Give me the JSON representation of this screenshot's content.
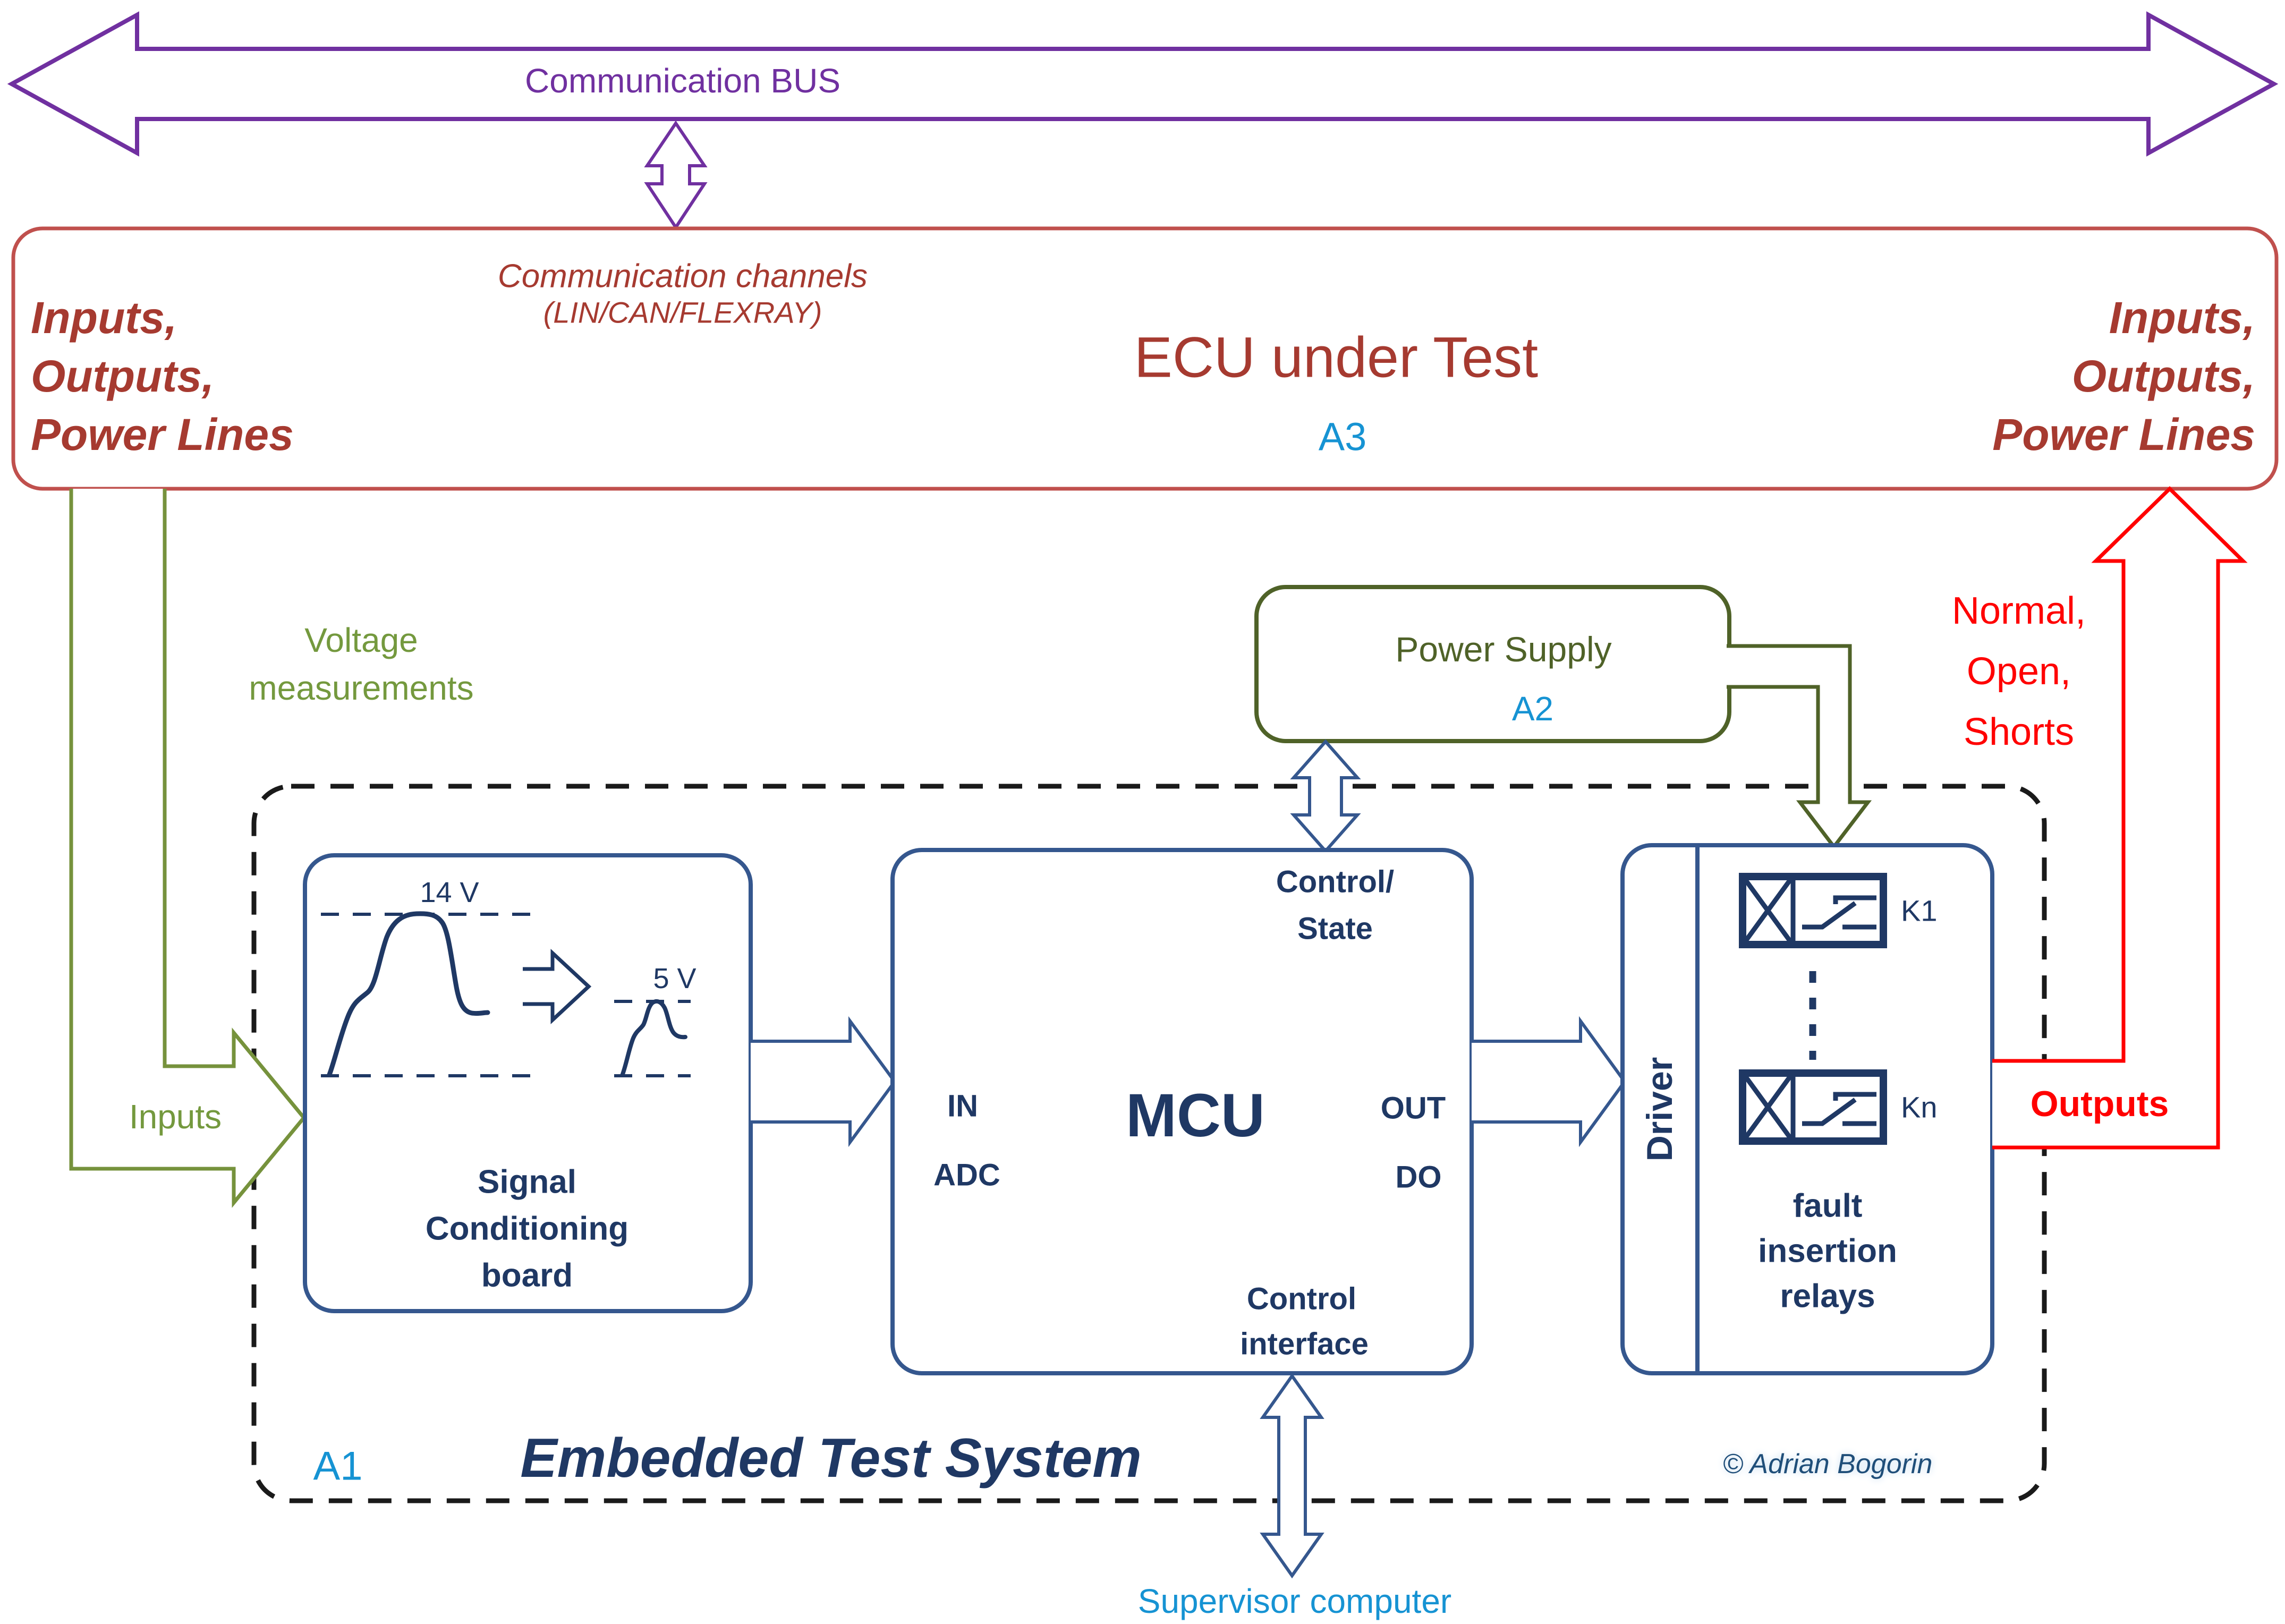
{
  "bus": {
    "label": "Communication BUS"
  },
  "ecu": {
    "title": "ECU under Test",
    "tag": "A3",
    "channels": {
      "line1": "Communication channels",
      "line2": "(LIN/CAN/FLEXRAY)"
    },
    "io_left": {
      "line1": "Inputs,",
      "line2": "Outputs,",
      "line3": "Power Lines"
    },
    "io_right": {
      "line1": "Inputs,",
      "line2": "Outputs,",
      "line3": "Power Lines"
    }
  },
  "power_supply": {
    "title": "Power Supply",
    "tag": "A2"
  },
  "voltage": {
    "line1": "Voltage",
    "line2": "measurements"
  },
  "inputs_arrow": {
    "label": "Inputs"
  },
  "fault_modes": {
    "line1": "Normal,",
    "line2": "Open,",
    "line3": "Shorts"
  },
  "outputs_arrow": {
    "label": "Outputs"
  },
  "ets": {
    "tag": "A1",
    "title": "Embedded Test System",
    "credit": "© Adrian Bogorin"
  },
  "signal_board": {
    "v_in": "14 V",
    "v_out": "5 V",
    "name": {
      "line1": "Signal",
      "line2": "Conditioning",
      "line3": "board"
    }
  },
  "mcu": {
    "title": "MCU",
    "top": {
      "line1": "Control/",
      "line2": "State"
    },
    "input": {
      "line1": "IN",
      "line2": "ADC"
    },
    "output": {
      "line1": "OUT",
      "line2": "DO"
    },
    "bottom": {
      "line1": "Control",
      "line2": "interface"
    }
  },
  "relay_unit": {
    "driver": "Driver",
    "first": "K1",
    "last": "Kn",
    "name": {
      "line1": "fault",
      "line2": "insertion",
      "line3": "relays"
    }
  },
  "supervisor": {
    "label": "Supervisor computer"
  },
  "colors": {
    "purple": "#7030A0",
    "dark_red_text": "#A63A30",
    "ecu_border": "#C0504D",
    "bright_red": "#FF0000",
    "navy": "#1F3864",
    "box_border_blue": "#35578E",
    "olive_green": "#76923C",
    "dark_olive": "#4F6228",
    "accent_blue": "#1693D3",
    "dash_black": "#1A1A1A"
  }
}
